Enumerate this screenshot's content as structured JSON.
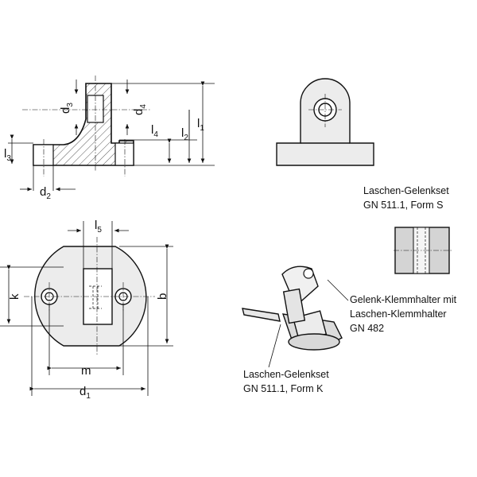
{
  "dimensions": {
    "d1": {
      "base": "d",
      "sub": "1"
    },
    "d2": {
      "base": "d",
      "sub": "2"
    },
    "d3": {
      "base": "d",
      "sub": "3"
    },
    "d4": {
      "base": "d",
      "sub": "4"
    },
    "l1": {
      "base": "l",
      "sub": "1"
    },
    "l2": {
      "base": "l",
      "sub": "2"
    },
    "l3": {
      "base": "l",
      "sub": "3"
    },
    "l4": {
      "base": "l",
      "sub": "4"
    },
    "l5": {
      "base": "l",
      "sub": "5"
    },
    "k": "k",
    "m": "m",
    "b": "b"
  },
  "captions": {
    "form_s": [
      "Laschen-Gelenkset",
      "GN 511.1, Form S"
    ],
    "clamp": [
      "Gelenk-Klemmhalter mit",
      "Laschen-Klemmhalter",
      "GN 482"
    ],
    "form_k": [
      "Laschen-Gelenkset",
      "GN 511.1, Form K"
    ]
  }
}
